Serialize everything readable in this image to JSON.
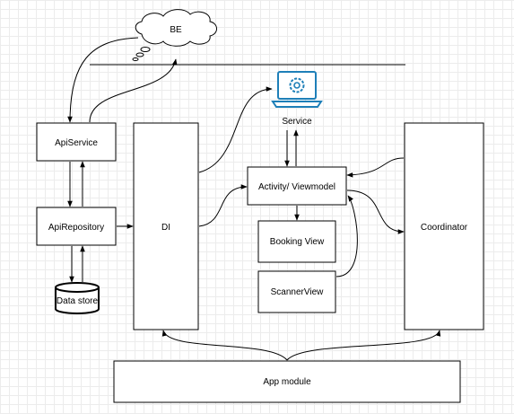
{
  "nodes": {
    "be": "BE",
    "service": "Service",
    "api_service": "ApiService",
    "api_repository": "ApiRepository",
    "data_store": "Data store",
    "di": "DI",
    "activity_viewmodel": "Activity/ Viewmodel",
    "booking_view": "Booking View",
    "scanner_view": "ScannerView",
    "coordinator": "Coordinator",
    "app_module": "App module"
  },
  "icons": {
    "service": "laptop-gear-icon",
    "be": "cloud-icon",
    "data_store": "database-cylinder-icon"
  },
  "colors": {
    "stroke": "#000000",
    "fill": "#ffffff",
    "grid": "#ececec",
    "icon_accent": "#1e7fb8"
  }
}
